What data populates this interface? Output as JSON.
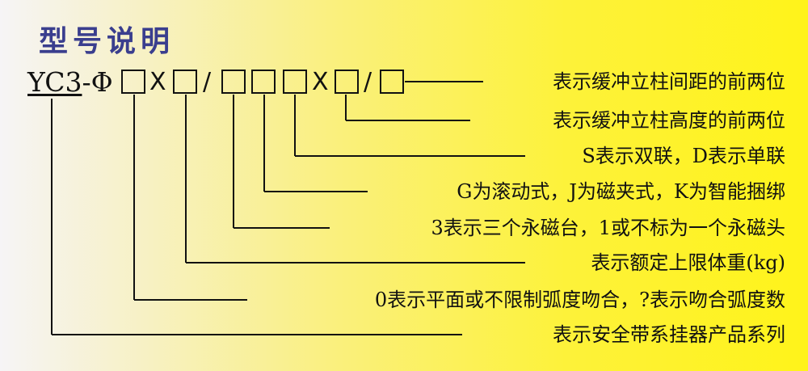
{
  "title": "型号说明",
  "model": {
    "prefix": "YC3",
    "dash": "-",
    "phi": "Φ",
    "x1": "X",
    "slash1": "/",
    "x2": "X",
    "slash2": "/"
  },
  "descriptions": [
    "表示缓冲立柱间距的前两位",
    "表示缓冲立柱高度的前两位",
    "S表示双联，D表示单联",
    "G为滚动式，J为磁夹式，K为智能捆绑",
    "3表示三个永磁台，1或不标为一个永磁头",
    "表示额定上限体重(kg)",
    "0表示平面或不限制弧度吻合，?表示吻合弧度数",
    "表示安全带系挂器产品系列"
  ]
}
